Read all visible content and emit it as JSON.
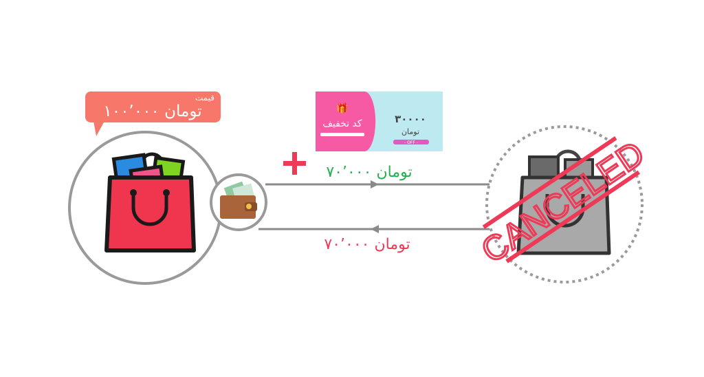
{
  "price_bubble": {
    "label": "قیمت",
    "amount": "۱۰۰٬۰۰۰ تومان"
  },
  "coupon": {
    "title": "کد تخفیف",
    "value": "۳۰۰۰۰",
    "unit": "تومان",
    "tag": "- OFF -"
  },
  "payment": {
    "amount": "۷۰٬۰۰۰ تومان",
    "color": "#22b14c"
  },
  "refund": {
    "amount": "۷۰٬۰۰۰ تومان",
    "color": "#ee3a57"
  },
  "stamp": {
    "text": "CANCELED",
    "color": "#ee3a57"
  },
  "colors": {
    "bubble": "#f7776b",
    "bag": "#f0364f",
    "coupon_pink": "#f75aa5",
    "coupon_blue": "#bdeaf0",
    "line": "#8a8a8a"
  }
}
